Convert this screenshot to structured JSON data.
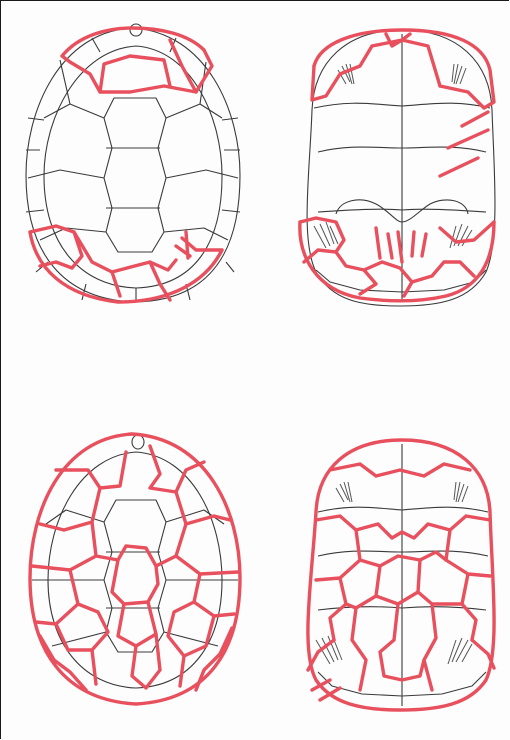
{
  "figure": {
    "panels": [
      {
        "view": "carapace",
        "fracture_severity": "partial"
      },
      {
        "view": "plastron",
        "fracture_severity": "partial"
      },
      {
        "view": "carapace",
        "fracture_severity": "extensive"
      },
      {
        "view": "plastron",
        "fracture_severity": "extensive"
      }
    ]
  },
  "colors": {
    "background": "#fdfdfd",
    "outline": "#3a3a3a",
    "fracture": "#e8505e",
    "hatching": "#555555",
    "frame": "#1a1a1a"
  },
  "icons": {
    "shell_outline": "turtle-shell-outline",
    "fracture_line": "fracture-line-marking"
  }
}
